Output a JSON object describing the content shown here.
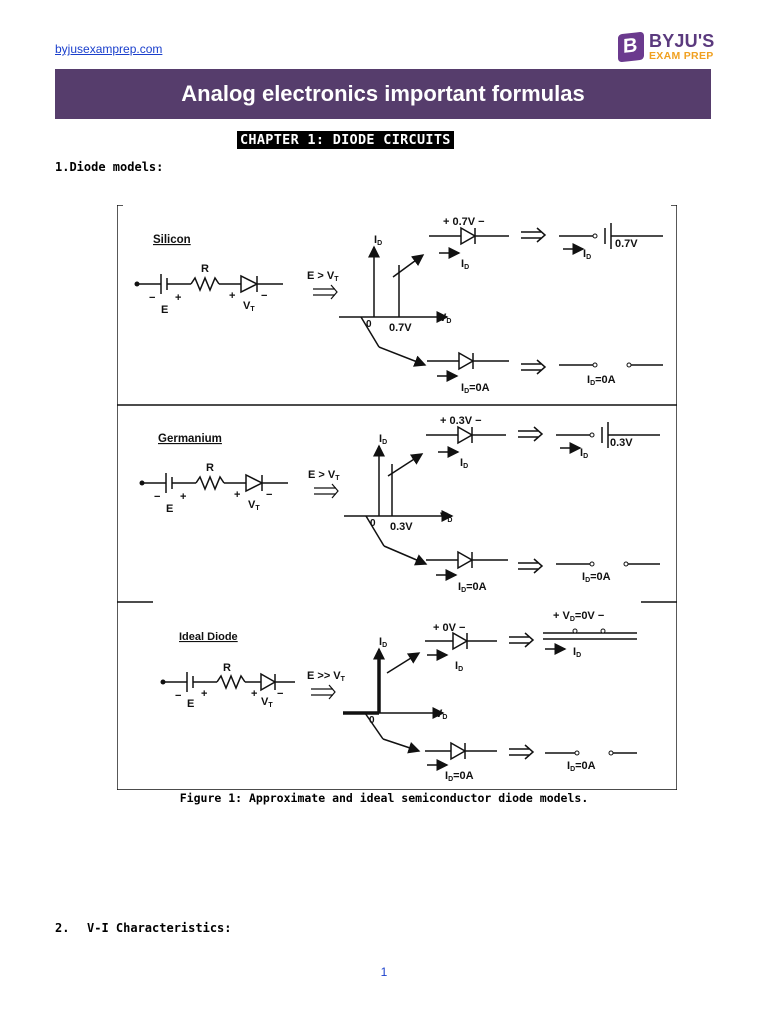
{
  "header": {
    "site_link": "byjusexamprep.com",
    "logo_brand": "BYJU'S",
    "logo_sub": "EXAM PREP",
    "logo_mark": "B",
    "banner_color": "#563d6c"
  },
  "title": "Analog electronics important formulas",
  "chapter": "CHAPTER 1: DIODE CIRCUITS",
  "section1": "1.Diode models:",
  "figure": {
    "caption": "Figure 1: Approximate and ideal semiconductor diode models.",
    "panels": [
      {
        "label": "Silicon",
        "e_label": "E",
        "r_label": "R",
        "vt_label": "V",
        "vt_sub": "T",
        "cond": "E > V",
        "cond_sub": "T",
        "axis_i": "I",
        "axis_i_sub": "D",
        "axis_v": "V",
        "axis_v_sub": "D",
        "origin": "0",
        "knee": "0.7V",
        "drop": "0.7V",
        "batt_v": "0.7V",
        "id_label": "I",
        "id_sub": "D",
        "off_label": "I",
        "off_sub": "D",
        "off_value": "=0A"
      },
      {
        "label": "Germanium",
        "e_label": "E",
        "r_label": "R",
        "vt_label": "V",
        "vt_sub": "T",
        "cond": "E > V",
        "cond_sub": "T",
        "axis_i": "I",
        "axis_i_sub": "D",
        "axis_v": "V",
        "axis_v_sub": "D",
        "origin": "0",
        "knee": "0.3V",
        "drop": "0.3V",
        "batt_v": "0.3V",
        "id_label": "I",
        "id_sub": "D",
        "off_label": "I",
        "off_sub": "D",
        "off_value": "=0A"
      },
      {
        "label": "Ideal Diode",
        "e_label": "E",
        "r_label": "R",
        "vt_label": "V",
        "vt_sub": "T",
        "cond": "E >> V",
        "cond_sub": "T",
        "axis_i": "I",
        "axis_i_sub": "D",
        "axis_v": "V",
        "axis_v_sub": "D",
        "origin": "0",
        "drop": "0V",
        "vd_label": "V",
        "vd_sub": "D",
        "vd_value": "=0V",
        "id_label": "I",
        "id_sub": "D",
        "off_label": "I",
        "off_sub": "D",
        "off_value": "=0A"
      }
    ]
  },
  "section2": {
    "num": "2.",
    "label": "V-I Characteristics:"
  },
  "page_number": "1"
}
